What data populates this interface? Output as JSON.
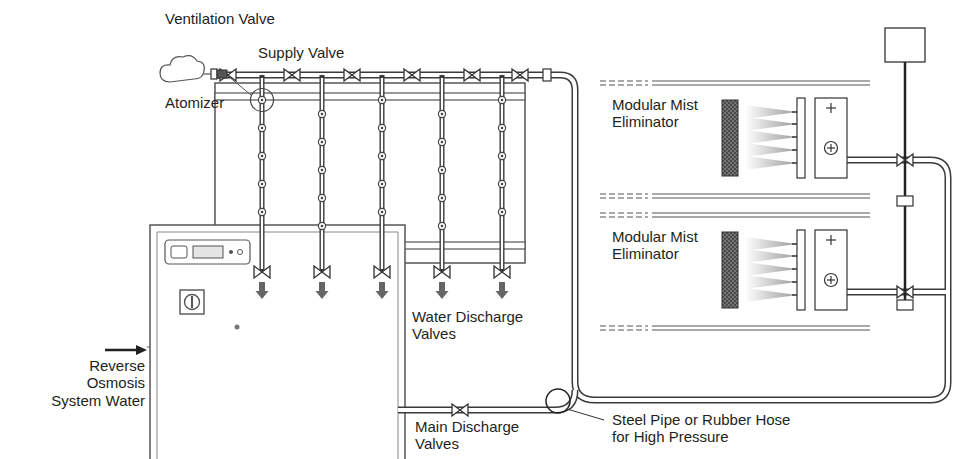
{
  "diagram": {
    "labels": [
      "Ventilation Valve",
      "Supply Valve",
      "Atomizer",
      "Modular Mist Eliminator",
      "Modular Mist Eliminator",
      "Water Discharge Valves",
      "Reverse Osmosis System Water",
      "Main Discharge Valves",
      "Steel Pipe or Rubber Hose for High Pressure"
    ]
  }
}
